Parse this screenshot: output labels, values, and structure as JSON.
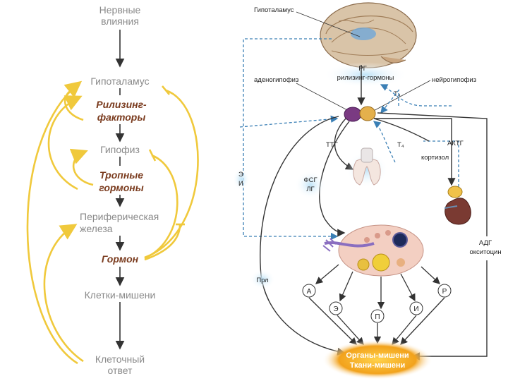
{
  "left_chain": {
    "nerve": [
      "Нервные",
      "влияния"
    ],
    "hypothalamus": "Гипоталамус",
    "releasing": [
      "Рилизинг-",
      "факторы"
    ],
    "pituitary": "Гипофиз",
    "tropic": [
      "Тропные",
      "гормоны"
    ],
    "gland": [
      "Периферическая",
      "железа"
    ],
    "hormone": "Гормон",
    "target_cells": "Клетки-мишени",
    "response": [
      "Клеточный",
      "ответ"
    ]
  },
  "right_diagram": {
    "hypothalamus_label": "Гипоталамус",
    "rg": [
      "РГ",
      "рилизинг-гормоны"
    ],
    "adeno": "аденогипофиз",
    "neuro": "нейрогипофиз",
    "t4_top": "Т₄",
    "ttg": "ТТГ",
    "t4": "Т₄",
    "actg": "АКТГ",
    "cortisol": "кортизол",
    "fsg": [
      "ФСГ",
      "ЛГ"
    ],
    "ei": [
      "Э",
      "И"
    ],
    "prl": "Прл",
    "adg": [
      "АДГ",
      "окситоцин"
    ],
    "a": "А",
    "e": "Э",
    "p": "П",
    "i": "И",
    "r": "Р",
    "targets": [
      "Органы-мишени",
      "Ткани-мишени"
    ]
  },
  "colors": {
    "feedback": "#f0c93c",
    "arrow": "#333333",
    "dashed": "#3a7fb5",
    "target_fill": "#f0a020"
  }
}
